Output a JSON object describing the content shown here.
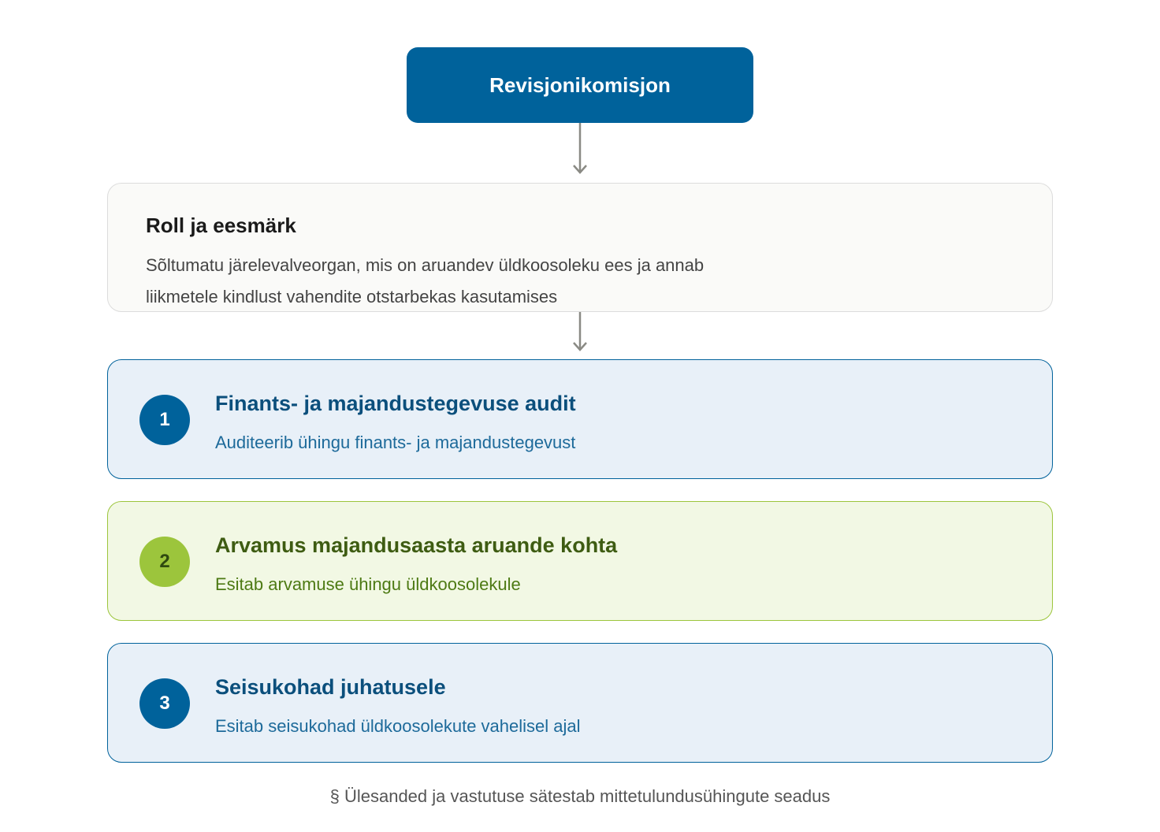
{
  "header": {
    "title": "Revisjonikomisjon",
    "color": "#00629b"
  },
  "role": {
    "title": "Roll ja eesmärk",
    "description": "Sõltumatu järelevalveorgan, mis on aruandev üldkoosoleku ees ja annab liikmetele kindlust vahendite otstarbekas kasutamises"
  },
  "tasks": [
    {
      "number": "1",
      "title": "Finants- ja majandustegevuse audit",
      "description": "Auditeerib ühingu finants- ja majandustegevust",
      "color": "#00629b"
    },
    {
      "number": "2",
      "title": "Arvamus majandusaasta aruande kohta",
      "description": "Esitab arvamuse ühingu üldkoosolekule",
      "color": "#9cc53c"
    },
    {
      "number": "3",
      "title": "Seisukohad juhatusele",
      "description": "Esitab seisukohad üldkoosolekute vahelisel ajal",
      "color": "#00629b"
    }
  ],
  "footer": {
    "note": "§ Ülesanded ja vastutuse sätestab mittetulundusühingute seadus"
  },
  "icons": {
    "connector": "arrow-down-icon"
  }
}
